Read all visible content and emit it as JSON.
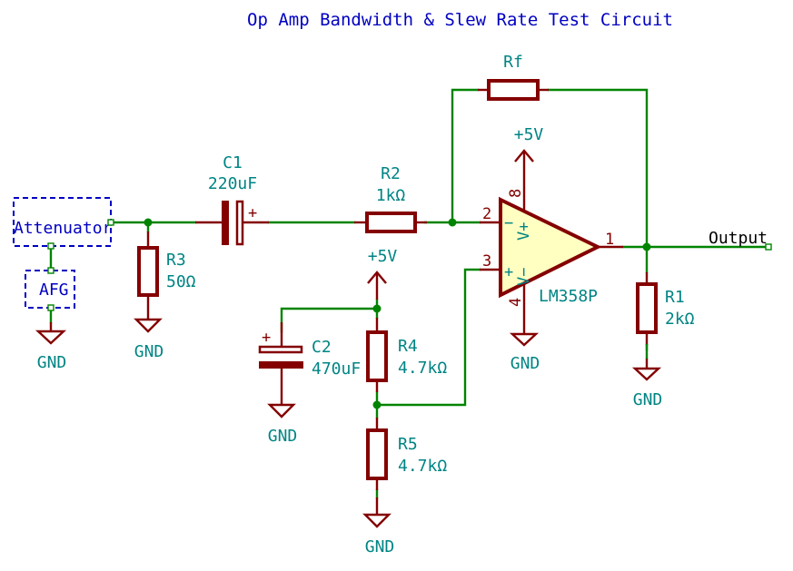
{
  "title": "Op Amp Bandwidth & Slew Rate Test Circuit",
  "blocks": {
    "attenuator": "Attenuator",
    "afg": "AFG"
  },
  "components": {
    "C1": {
      "ref": "C1",
      "value": "220uF"
    },
    "C2": {
      "ref": "C2",
      "value": "470uF"
    },
    "R1": {
      "ref": "R1",
      "value": "2kΩ"
    },
    "R2": {
      "ref": "R2",
      "value": "1kΩ"
    },
    "R3": {
      "ref": "R3",
      "value": "50Ω"
    },
    "R4": {
      "ref": "R4",
      "value": "4.7kΩ"
    },
    "R5": {
      "ref": "R5",
      "value": "4.7kΩ"
    },
    "Rf": {
      "ref": "Rf",
      "value": ""
    },
    "U1": {
      "value": "LM358P"
    }
  },
  "opamp_pins": {
    "inv": "2",
    "noninv": "3",
    "out": "1",
    "vplus": "8",
    "vminus": "4",
    "inv_sign": "−",
    "noninv_sign": "+",
    "vplus_label": "V+",
    "vminus_label": "V−"
  },
  "power": {
    "vcc": "+5V",
    "gnd": "GND"
  },
  "polarity_mark": "+",
  "nets": {
    "output": "Output"
  }
}
